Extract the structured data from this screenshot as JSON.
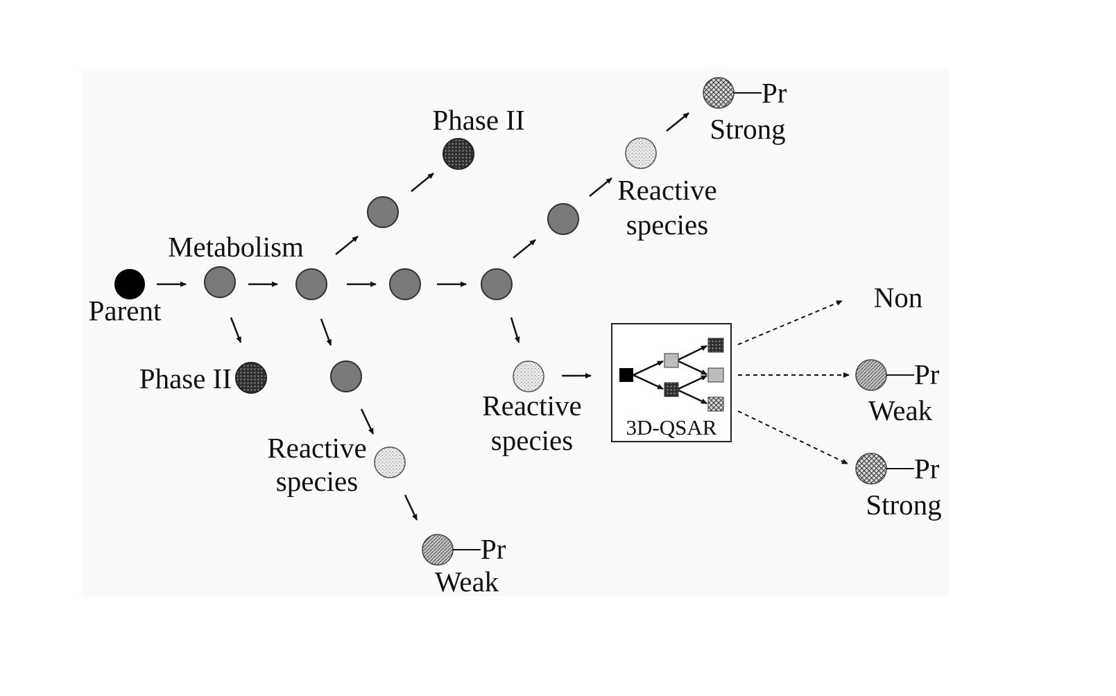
{
  "labels": {
    "parent": "Parent",
    "metabolism": "Metabolism",
    "phase2_top": "Phase II",
    "phase2_left": "Phase II",
    "reactive_top_line1": "Reactive",
    "reactive_top_line2": "species",
    "reactive_mid_line1": "Reactive",
    "reactive_mid_line2": "species",
    "reactive_low_line1": "Reactive",
    "reactive_low_line2": "species",
    "pr_top": "Pr",
    "strong_top": "Strong",
    "pr_low": "Pr",
    "weak_low": "Weak",
    "qsar": "3D-QSAR",
    "non": "Non",
    "pr_weak_right": "Pr",
    "weak_right": "Weak",
    "pr_strong_right": "Pr",
    "strong_right": "Strong"
  },
  "colors": {
    "parent": "#000000",
    "metabolite": "#7a7a7a",
    "phase2": "#3a3a3a",
    "reactive": "#e6e6e6",
    "adduct": "#b0b0b0"
  }
}
